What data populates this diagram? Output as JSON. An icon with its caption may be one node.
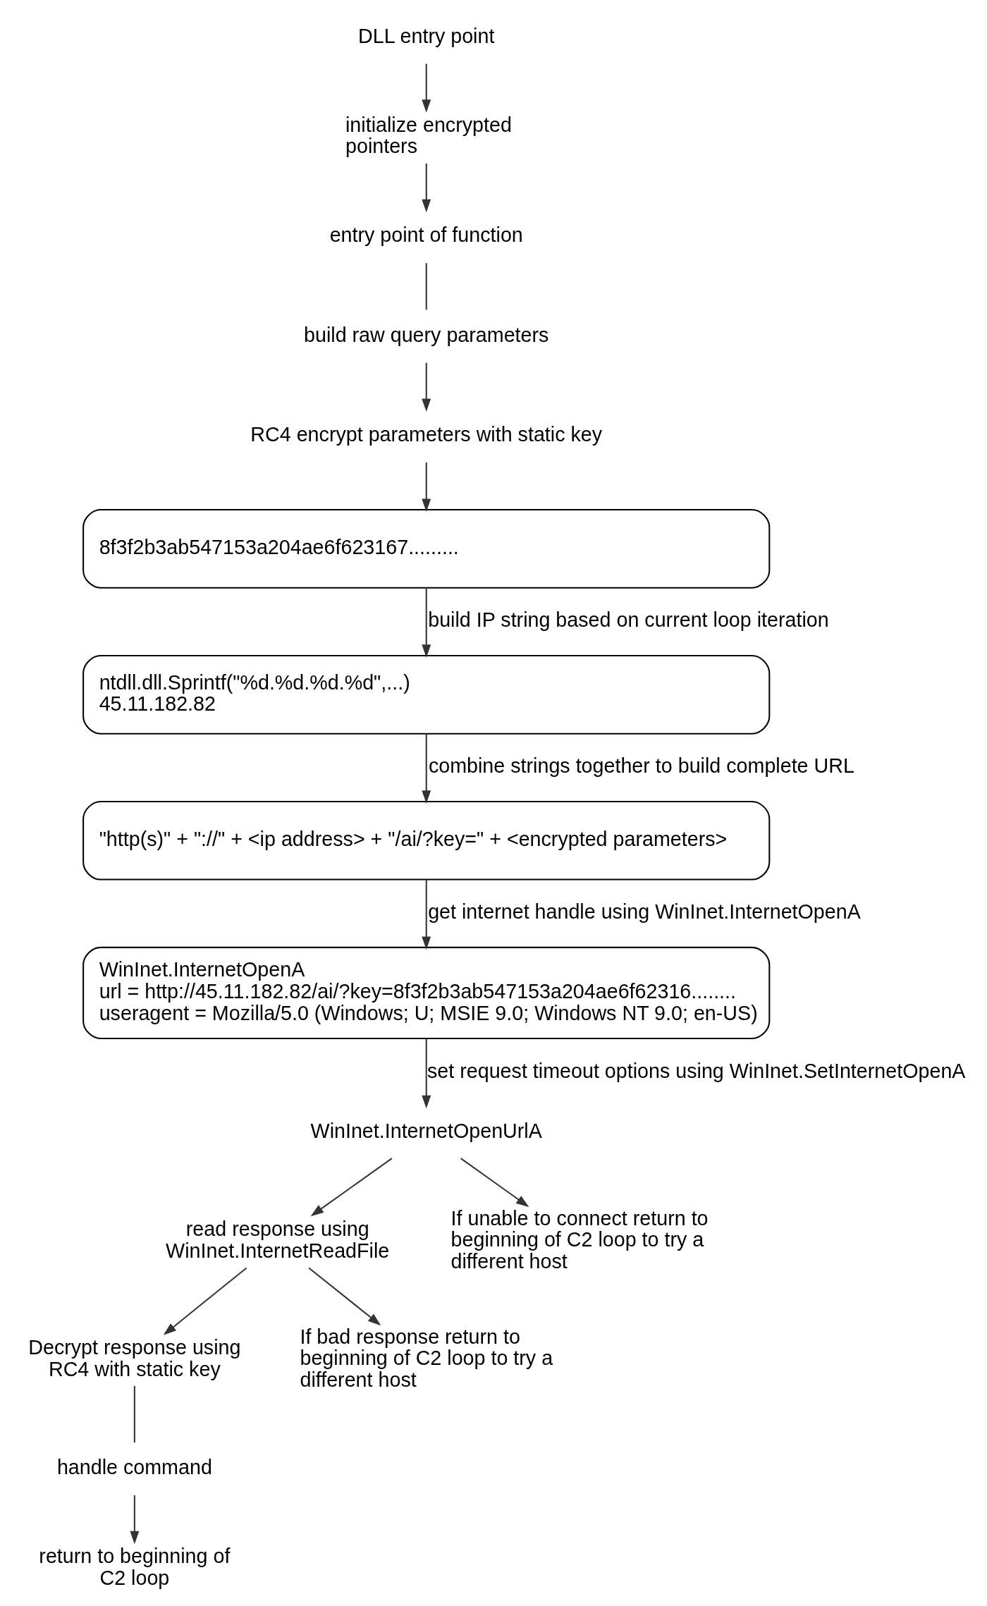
{
  "diagram": {
    "nodes": [
      {
        "text": [
          "DLL entry point"
        ]
      },
      {
        "text": [
          "initialize encrypted pointers"
        ]
      },
      {
        "text": [
          "entry point of function"
        ]
      },
      {
        "text": [
          "build raw query parameters"
        ]
      },
      {
        "text": [
          "RC4 encrypt parameters with static key"
        ]
      },
      {
        "text": [
          "8f3f2b3ab547153a204ae6f623167........."
        ]
      },
      {
        "text": [
          "ntdll.dll.Sprintf(\"%d.%d.%d.%d\",...)",
          "45.11.182.82"
        ]
      },
      {
        "text": [
          "\"http(s)\" + \"://\" + <ip address> + \"/ai/?key=\" + <encrypted parameters>"
        ]
      },
      {
        "text": [
          "WinInet.InternetOpenA",
          "url = http://45.11.182.82/ai/?key=8f3f2b3ab547153a204ae6f62316........",
          "useragent = Mozilla/5.0 (Windows; U; MSIE 9.0; Windows NT 9.0; en-US)"
        ]
      },
      {
        "text": [
          "WinInet.InternetOpenUrlA"
        ]
      },
      {
        "text": [
          "read response using WinInet.InternetReadFile"
        ]
      },
      {
        "text": [
          "If unable to connect return to beginning of C2 loop to try a different host"
        ]
      },
      {
        "text": [
          "Decrypt response using RC4 with static key"
        ]
      },
      {
        "text": [
          "If bad response return to beginning of C2 loop to try a different host"
        ]
      },
      {
        "text": [
          "handle command"
        ]
      },
      {
        "text": [
          "return to beginning of C2 loop"
        ]
      }
    ],
    "edges": [
      {
        "from": 0,
        "to": 1,
        "arrow": "to"
      },
      {
        "from": 1,
        "to": 2,
        "arrow": "to"
      },
      {
        "from": 2,
        "to": 3,
        "arrow": "none"
      },
      {
        "from": 3,
        "to": 4,
        "arrow": "to"
      },
      {
        "from": 4,
        "to": 5,
        "arrow": "to"
      },
      {
        "from": 5,
        "to": 6,
        "arrow": "to",
        "label": "build IP string based on current loop iteration"
      },
      {
        "from": 6,
        "to": 7,
        "arrow": "to",
        "label": "combine strings together to build complete URL"
      },
      {
        "from": 7,
        "to": 8,
        "arrow": "to",
        "label": "get internet handle using WinInet.InternetOpenA"
      },
      {
        "from": 8,
        "to": 9,
        "arrow": "to",
        "label": "set request timeout options using WinInet.SetInternetOpenA"
      },
      {
        "from": 9,
        "to": 10,
        "arrow": "to"
      },
      {
        "from": 9,
        "to": 11,
        "arrow": "to"
      },
      {
        "from": 10,
        "to": 12,
        "arrow": "to"
      },
      {
        "from": 10,
        "to": 13,
        "arrow": "to"
      },
      {
        "from": 12,
        "to": 14,
        "arrow": "none"
      },
      {
        "from": 14,
        "to": 15,
        "arrow": "to"
      }
    ]
  }
}
